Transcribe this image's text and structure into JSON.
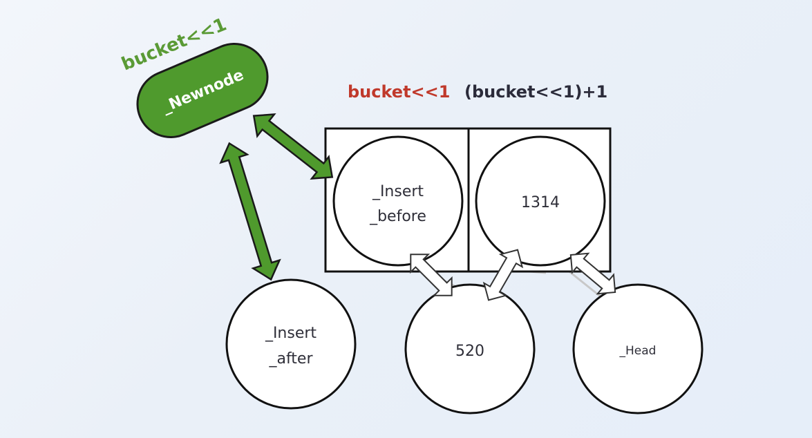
{
  "labels": {
    "newnode_caption": "bucket<<1",
    "bucket_red": "bucket<<1",
    "bucket_plus_one": "(bucket<<1)+1"
  },
  "nodes": {
    "newnode": "_Newnode",
    "insert_before_line1": "_Insert",
    "insert_before_line2": "_before",
    "node_1314": "1314",
    "insert_after_line1": "_Insert",
    "insert_after_line2": "_after",
    "node_520": "520",
    "head": "_Head"
  },
  "colors": {
    "green_fill": "#4f9a2d",
    "green_stroke": "#1a1a1a",
    "red_label": "#c0392b",
    "dark_label": "#2b2b3a"
  }
}
